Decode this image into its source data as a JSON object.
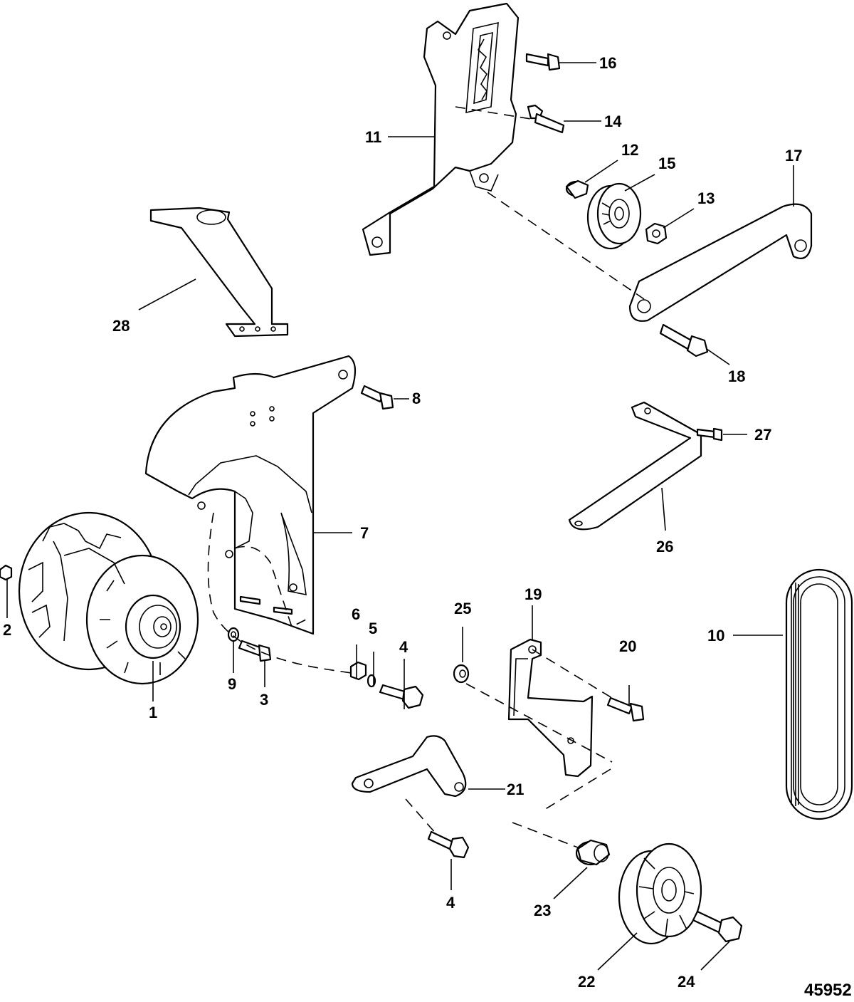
{
  "diagram": {
    "drawing_number": "45952",
    "callouts": [
      "1",
      "2",
      "3",
      "4",
      "4",
      "5",
      "6",
      "7",
      "8",
      "9",
      "10",
      "11",
      "12",
      "13",
      "14",
      "15",
      "16",
      "17",
      "18",
      "19",
      "20",
      "21",
      "22",
      "23",
      "24",
      "25",
      "26",
      "27",
      "28"
    ]
  }
}
